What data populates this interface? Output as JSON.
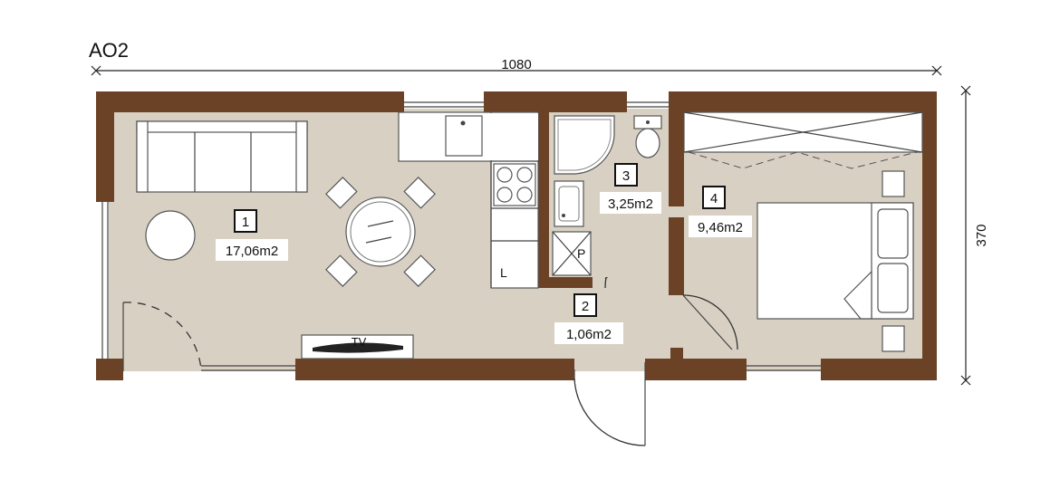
{
  "plan": {
    "title": "AO2",
    "width_label": "1080",
    "height_label": "370",
    "colors": {
      "wall": "#6b4226",
      "floor": "#d8d1c3",
      "fixture": "#ffffff"
    },
    "rooms": [
      {
        "number": "1",
        "area": "17,06m2"
      },
      {
        "number": "2",
        "area": "1,06m2"
      },
      {
        "number": "3",
        "area": "3,25m2"
      },
      {
        "number": "4",
        "area": "9,46m2"
      }
    ],
    "labels": {
      "tv": "TV",
      "kitchen_l": "L",
      "kitchen_p": "P"
    }
  }
}
